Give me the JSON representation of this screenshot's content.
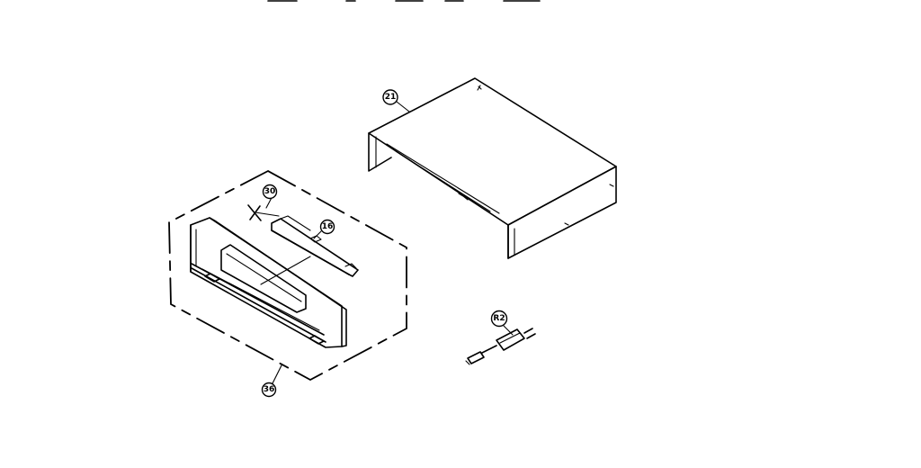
{
  "callouts": {
    "top_cover": "21",
    "front_panel_assembly": "36",
    "screw": "30",
    "door": "16",
    "power_cord": "R2"
  }
}
